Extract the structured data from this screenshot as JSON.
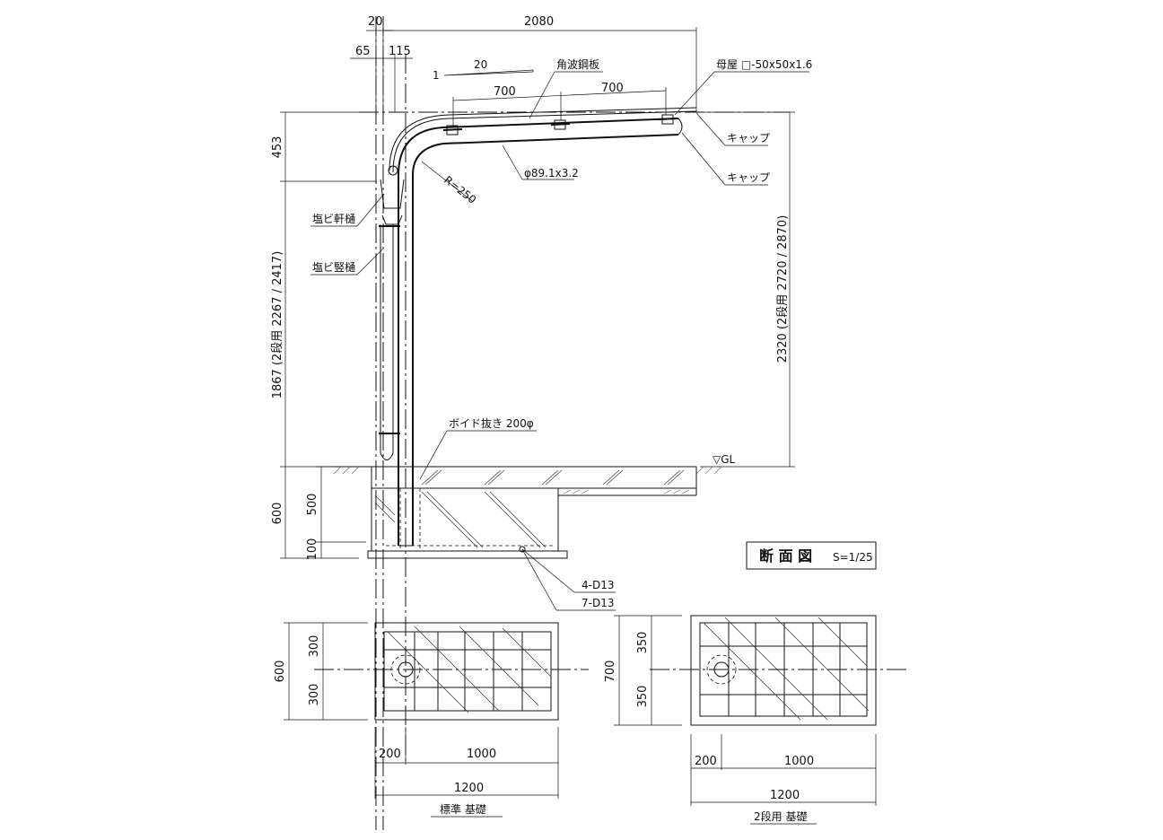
{
  "top_dims": {
    "d20": "20",
    "d2080": "2080",
    "d65": "65",
    "d115": "115",
    "slope_1": "1",
    "slope_20": "20",
    "d700a": "700",
    "d700b": "700"
  },
  "callouts": {
    "roof": "角波鋼板",
    "purlin": "母屋 □-50x50x1.6",
    "cap1": "キャップ",
    "cap2": "キャップ",
    "pipe": "φ89.1x3.2",
    "radius": "R=250",
    "gutter": "塩ビ軒樋",
    "downpipe": "塩ビ竪樋",
    "void": "ボイド抜き 200φ",
    "gl": "▽GL",
    "rebar1": "4-D13",
    "rebar2": "7-D13"
  },
  "side_dims": {
    "d453": "453",
    "d1867": "1867 (2段用 2267 / 2417)",
    "d2320": "2320 (2段用 2720 / 2870)",
    "d600": "600",
    "d500": "500",
    "d100": "100"
  },
  "title": {
    "main": "断 面 図",
    "scale": "S=1/25"
  },
  "plan_standard": {
    "d600": "600",
    "d300a": "300",
    "d300b": "300",
    "d200": "200",
    "d1000": "1000",
    "d1200": "1200",
    "caption": "標準 基礎"
  },
  "plan_double": {
    "d700": "700",
    "d350a": "350",
    "d350b": "350",
    "d200": "200",
    "d1000": "1000",
    "d1200": "1200",
    "caption": "2段用 基礎"
  }
}
